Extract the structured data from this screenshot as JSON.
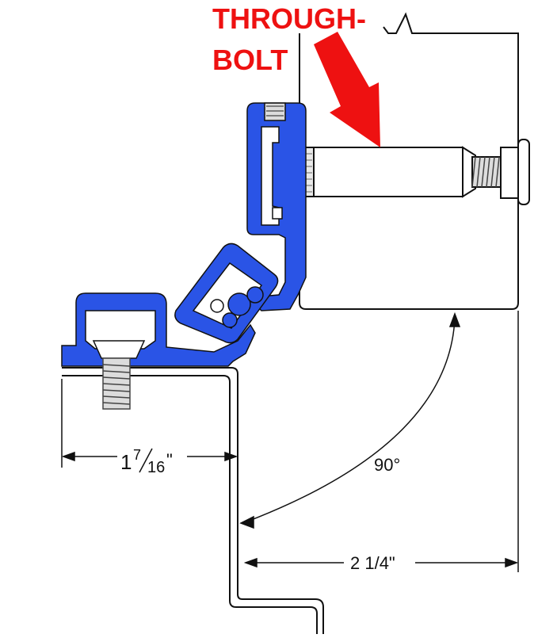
{
  "callout": {
    "line1": "THROUGH-",
    "line2": "BOLT"
  },
  "dimensions": {
    "door_angle": "90°",
    "hinge_leaf_whole": "1",
    "hinge_leaf_numerator": "7",
    "hinge_leaf_denominator": "16",
    "hinge_leaf_unit": "\"",
    "door_offset": "2 1/4\""
  },
  "colors": {
    "hinge_blue": "#2a54e6",
    "callout_red": "#ee1111",
    "line": "#111111",
    "bolt_fill": "#ffffff"
  }
}
